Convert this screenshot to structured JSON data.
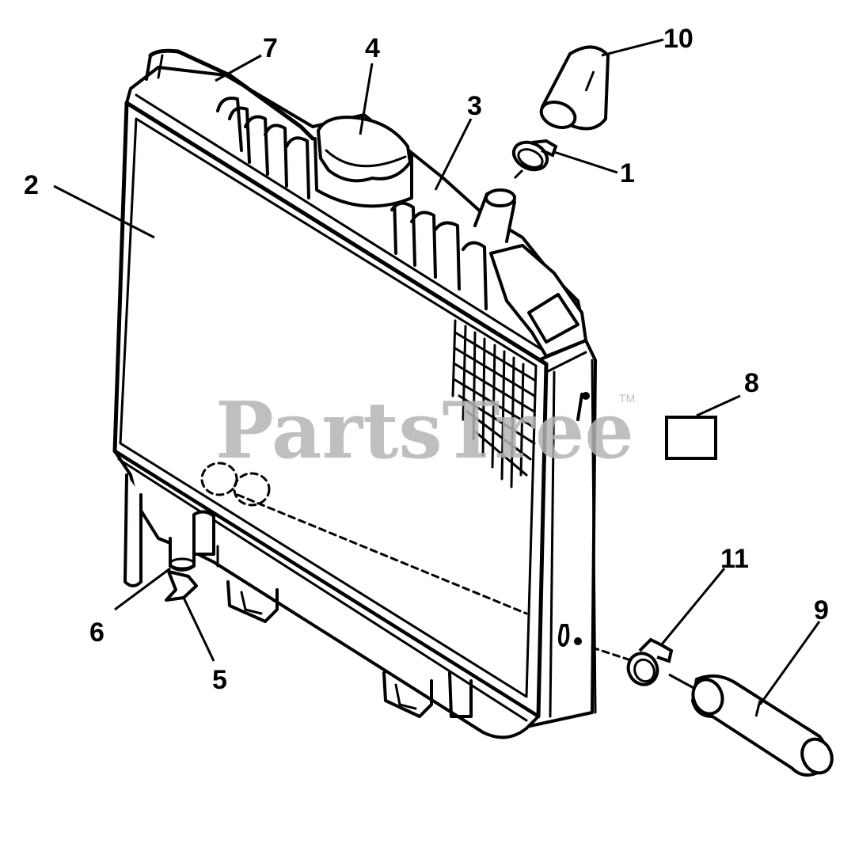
{
  "watermark": {
    "text": "PartsTree",
    "trademark": "TM"
  },
  "callouts": {
    "c1": "1",
    "c2": "2",
    "c3": "3",
    "c4": "4",
    "c5": "5",
    "c6": "6",
    "c7": "7",
    "c8": "8",
    "c9": "9",
    "c10": "10",
    "c11": "11"
  },
  "parts": {
    "p1": "hose-clamp-upper",
    "p2": "radiator-core",
    "p3": "radiator-top-tank",
    "p4": "radiator-cap",
    "p5": "drain-plug",
    "p6": "drain-cock",
    "p7": "overflow-tube",
    "p8": "decal",
    "p9": "lower-hose",
    "p10": "upper-hose",
    "p11": "hose-clamp-lower"
  }
}
